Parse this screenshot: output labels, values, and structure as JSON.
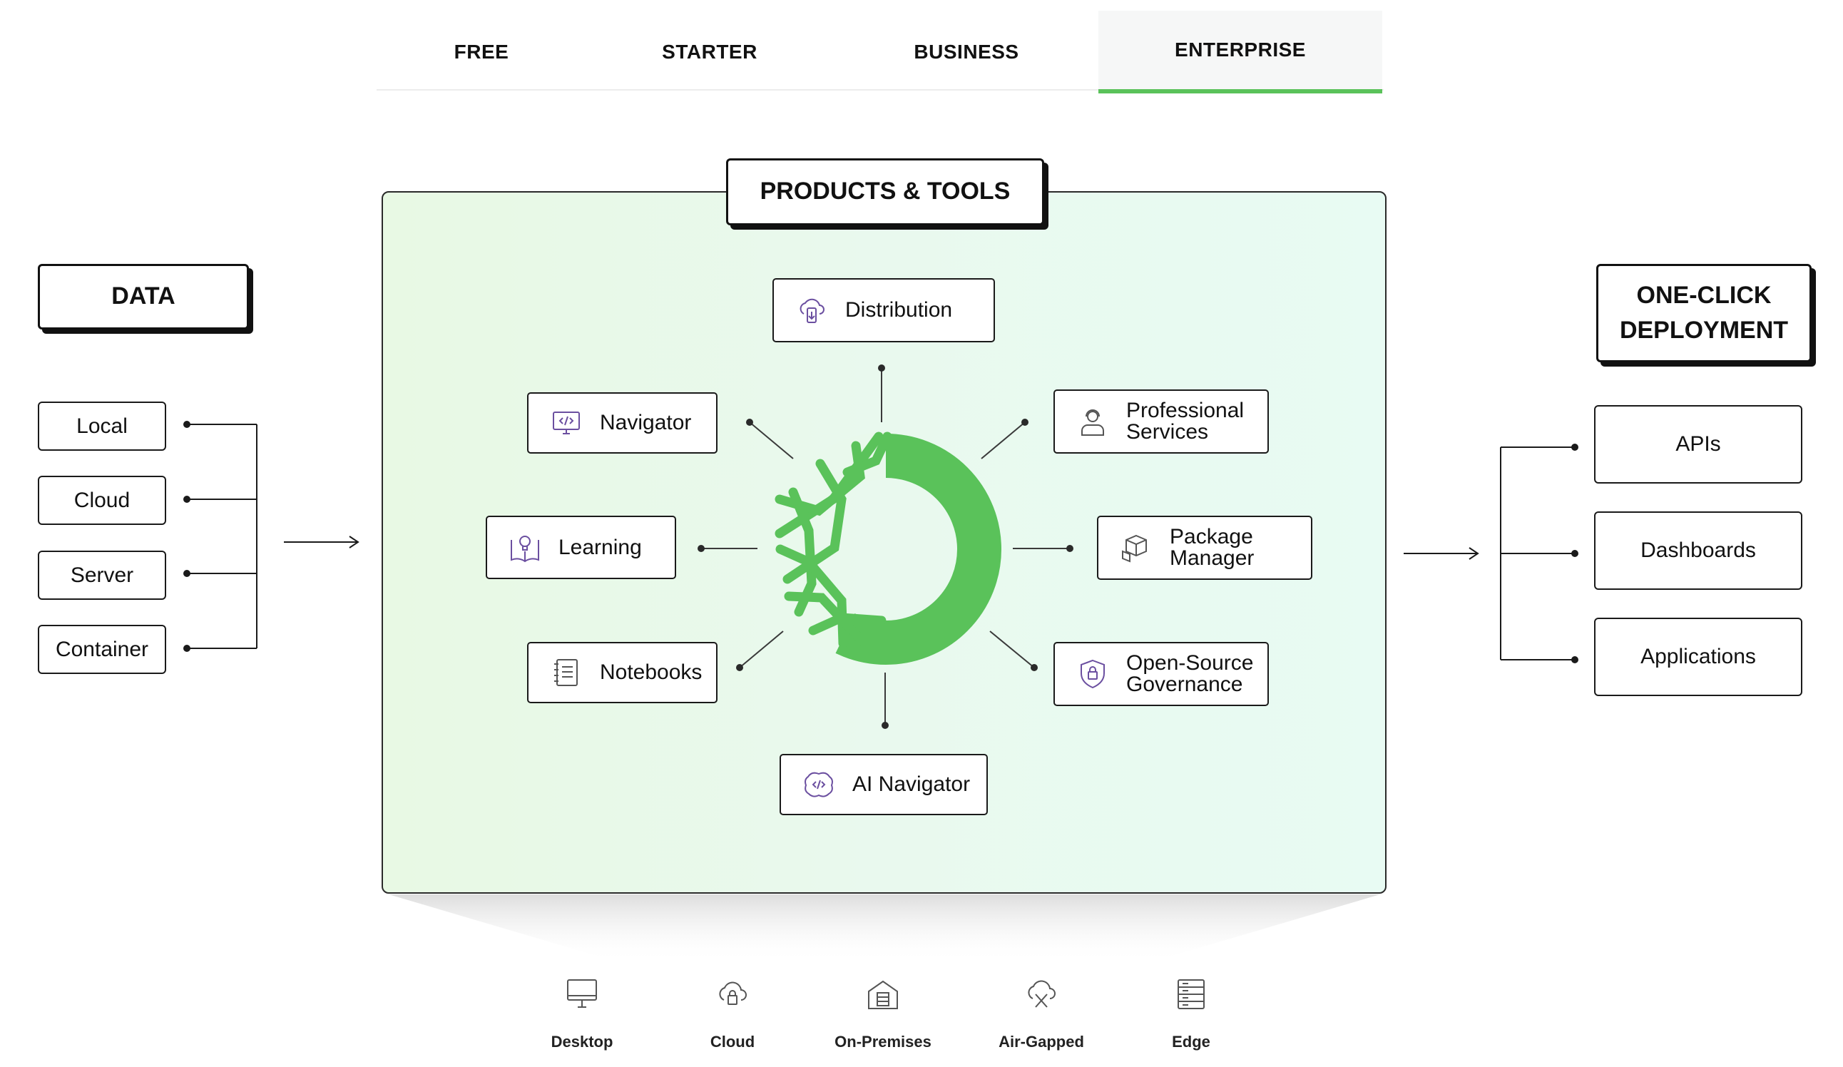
{
  "tabs": [
    {
      "label": "FREE"
    },
    {
      "label": "STARTER"
    },
    {
      "label": "BUSINESS"
    },
    {
      "label": "ENTERPRISE"
    }
  ],
  "active_tab": "ENTERPRISE",
  "data_section": {
    "title": "DATA",
    "sources": [
      "Local",
      "Cloud",
      "Server",
      "Container"
    ]
  },
  "products": {
    "title": "PRODUCTS & TOOLS",
    "tools": {
      "distribution": "Distribution",
      "navigator": "Navigator",
      "professional_services": "Professional Services",
      "learning": "Learning",
      "package_manager": "Package Manager",
      "notebooks": "Notebooks",
      "open_source_governance": "Open-Source Governance",
      "ai_navigator": "AI Navigator"
    }
  },
  "deployment": {
    "title_line1": "ONE-CLICK",
    "title_line2": "DEPLOYMENT",
    "targets": [
      "APIs",
      "Dashboards",
      "Applications"
    ]
  },
  "environments": [
    {
      "label": "Desktop",
      "icon": "desktop-icon"
    },
    {
      "label": "Cloud",
      "icon": "cloud-lock-icon"
    },
    {
      "label": "On-Premises",
      "icon": "building-icon"
    },
    {
      "label": "Air-Gapped",
      "icon": "cloud-off-icon"
    },
    {
      "label": "Edge",
      "icon": "server-icon"
    }
  ],
  "colors": {
    "accent_green": "#5ac25a",
    "panel_background": "#e8f9ec",
    "icon_purple": "#6b4fa0"
  }
}
